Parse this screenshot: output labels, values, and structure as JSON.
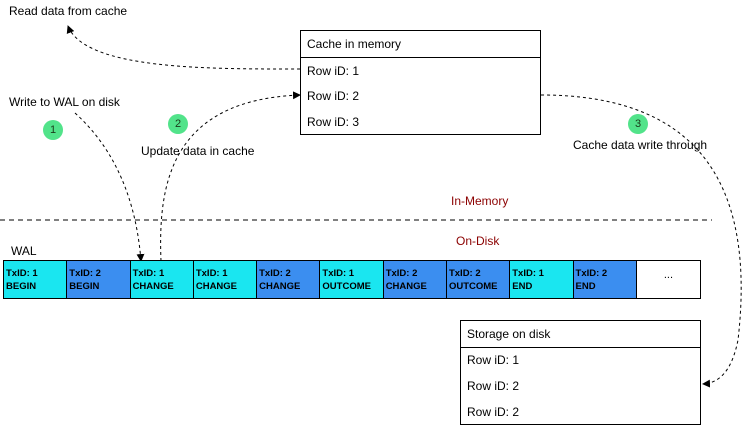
{
  "colors": {
    "tx1": "#1ae6f0",
    "tx2": "#3b8ef0",
    "badge": "#52e38a",
    "zone_label": "#8b0000"
  },
  "labels": {
    "read_cache": "Read data from cache",
    "write_wal": "Write to WAL on disk",
    "update_cache": "Update data in cache",
    "write_through": "Cache data write through",
    "in_memory": "In-Memory",
    "on_disk": "On-Disk",
    "wal": "WAL"
  },
  "badges": [
    "1",
    "2",
    "3"
  ],
  "cache": {
    "title": "Cache in memory",
    "rows": [
      "Row iD: 1",
      "Row iD: 2",
      "Row iD: 3"
    ]
  },
  "storage": {
    "title": "Storage on disk",
    "rows": [
      "Row iD: 1",
      "Row iD: 2",
      "Row iD: 2"
    ]
  },
  "wal_entries": [
    {
      "tx": "TxID: 1",
      "op": "BEGIN",
      "txn": 1
    },
    {
      "tx": "TxID: 2",
      "op": "BEGIN",
      "txn": 2
    },
    {
      "tx": "TxID: 1",
      "op": "CHANGE",
      "txn": 1
    },
    {
      "tx": "TxID: 1",
      "op": "CHANGE",
      "txn": 1
    },
    {
      "tx": "TxID: 2",
      "op": "CHANGE",
      "txn": 2
    },
    {
      "tx": "TxID: 1",
      "op": "OUTCOME",
      "txn": 1
    },
    {
      "tx": "TxID: 2",
      "op": "CHANGE",
      "txn": 2
    },
    {
      "tx": "TxID: 2",
      "op": "OUTCOME",
      "txn": 2
    },
    {
      "tx": "TxID: 1",
      "op": "END",
      "txn": 1
    },
    {
      "tx": "TxID: 2",
      "op": "END",
      "txn": 2
    }
  ],
  "wal_more": "..."
}
